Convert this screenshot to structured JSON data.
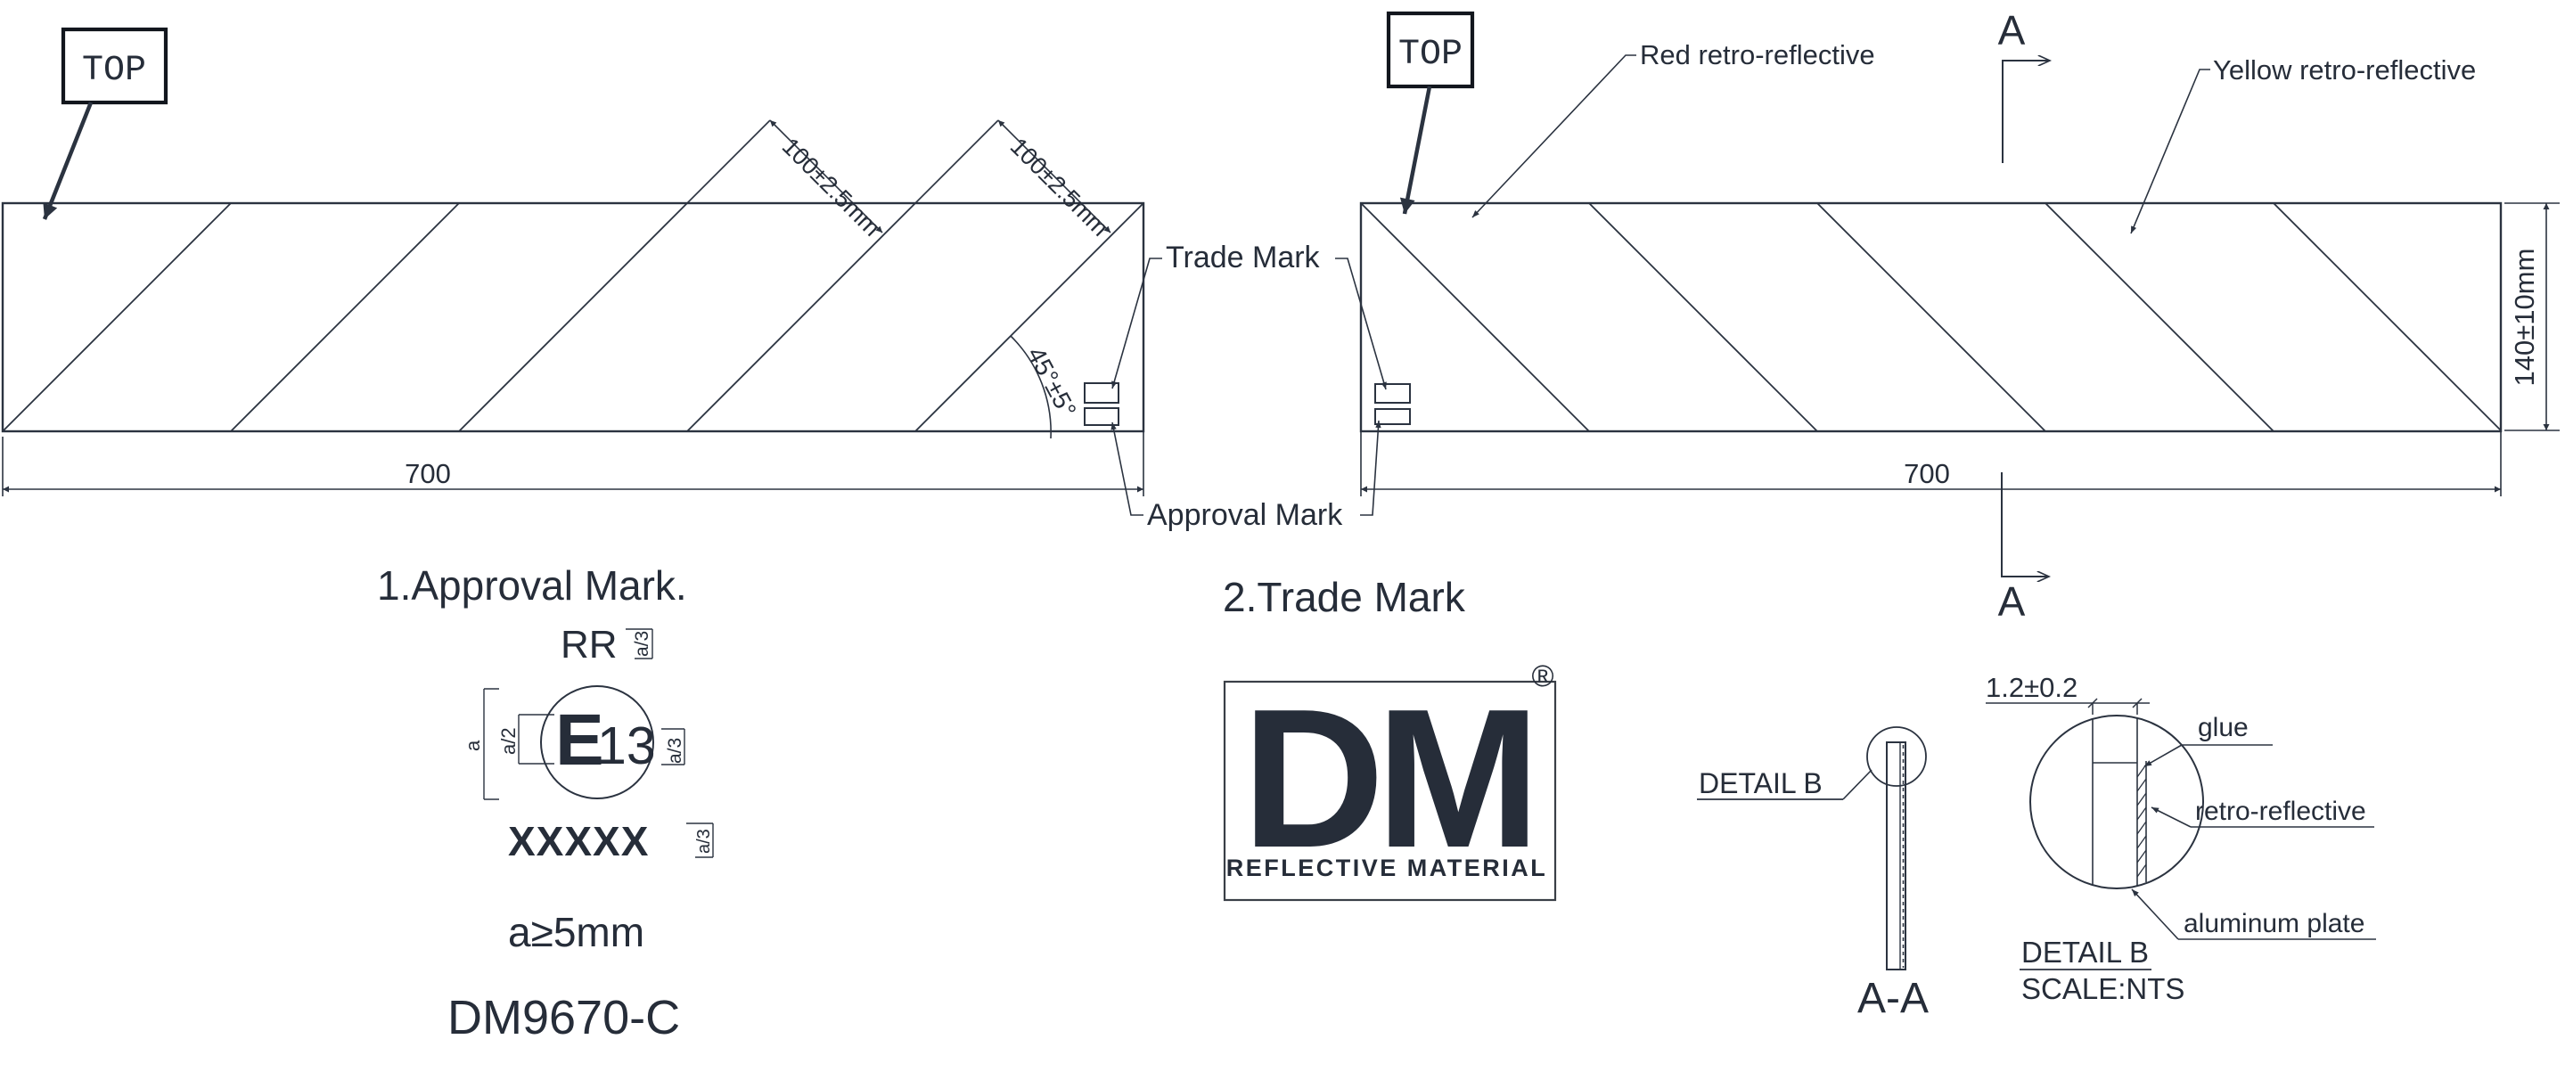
{
  "colors": {
    "line": "#2b3340",
    "text": "#262d39",
    "red": "#e6212a",
    "reg_mark": "#c9898b"
  },
  "plates": {
    "top_label_left": "TOP",
    "top_label_right": "TOP",
    "stripe_dim_1": "100±2.5mm",
    "stripe_dim_2": "100±2.5mm",
    "angle_dim": "45°±5°",
    "width_dim_left": "700",
    "width_dim_right": "700",
    "height_dim": "140±10mm",
    "red_layer_label": "Red retro-reflective",
    "yellow_layer_label": "Yellow retro-reflective",
    "trade_mark_label": "Trade Mark",
    "approval_mark_label": "Approval Mark",
    "section_marker_top": "A",
    "section_marker_bottom": "A"
  },
  "approval": {
    "title": "1.Approval Mark.",
    "rr": "RR",
    "e_letter": "E",
    "e_number": "13",
    "serial": "XXXXX",
    "dim_a": "a",
    "dim_a2": "a/2",
    "dim_a3_rr": "a/3",
    "dim_a3_e": "a/3",
    "dim_a3_serial": "a/3",
    "note": "a≥5mm",
    "model": "DM9670-C"
  },
  "trademark": {
    "title": "2.Trade Mark",
    "logo": "DM",
    "logo_sub": "REFLECTIVE MATERIAL",
    "registered": "®"
  },
  "detail": {
    "callout": "DETAIL B",
    "section_title": "A-A",
    "thickness_dim": "1.2±0.2",
    "glue": "glue",
    "retro": "retro-reflective",
    "aluminum": "aluminum plate",
    "title": "DETAIL B",
    "scale": "SCALE:NTS"
  }
}
